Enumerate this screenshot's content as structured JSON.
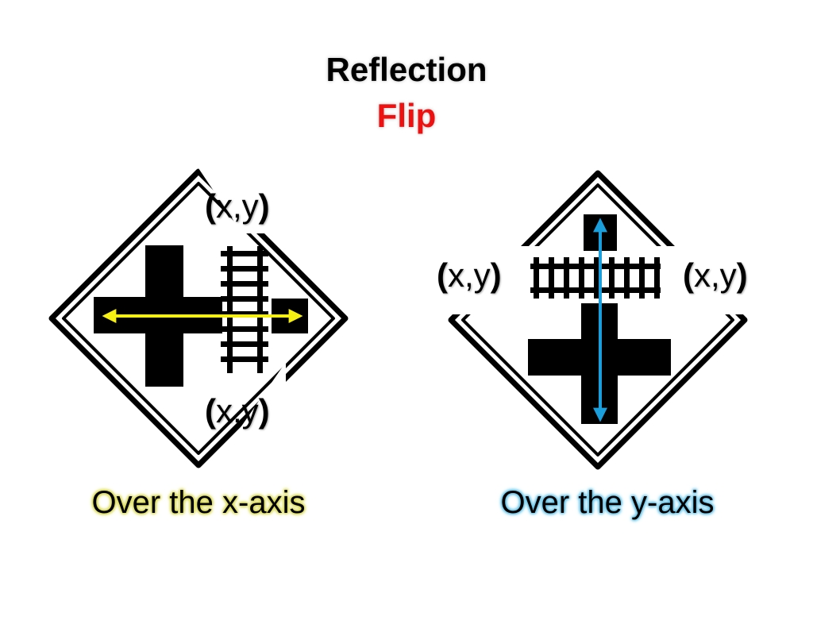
{
  "title": "Reflection",
  "subtitle": "Flip",
  "colors": {
    "subtitle": "#ee1111",
    "x_arrow": "#f5f012",
    "y_arrow": "#1a9fdc",
    "x_caption_glow": "#d8d84a",
    "y_caption_glow": "#5fc0e6"
  },
  "left_sign": {
    "arrow_direction": "horizontal",
    "coord_top": {
      "open": "(",
      "inner": "x,y",
      "close": ")"
    },
    "coord_bottom": {
      "open": "(",
      "inner": "x,y",
      "close": ")"
    },
    "caption": "Over the x-axis"
  },
  "right_sign": {
    "arrow_direction": "vertical",
    "coord_left": {
      "open": "(",
      "inner": "x,y",
      "close": ")"
    },
    "coord_right": {
      "open": "(",
      "inner": "x,y",
      "close": ")"
    },
    "caption": "Over the y-axis"
  }
}
